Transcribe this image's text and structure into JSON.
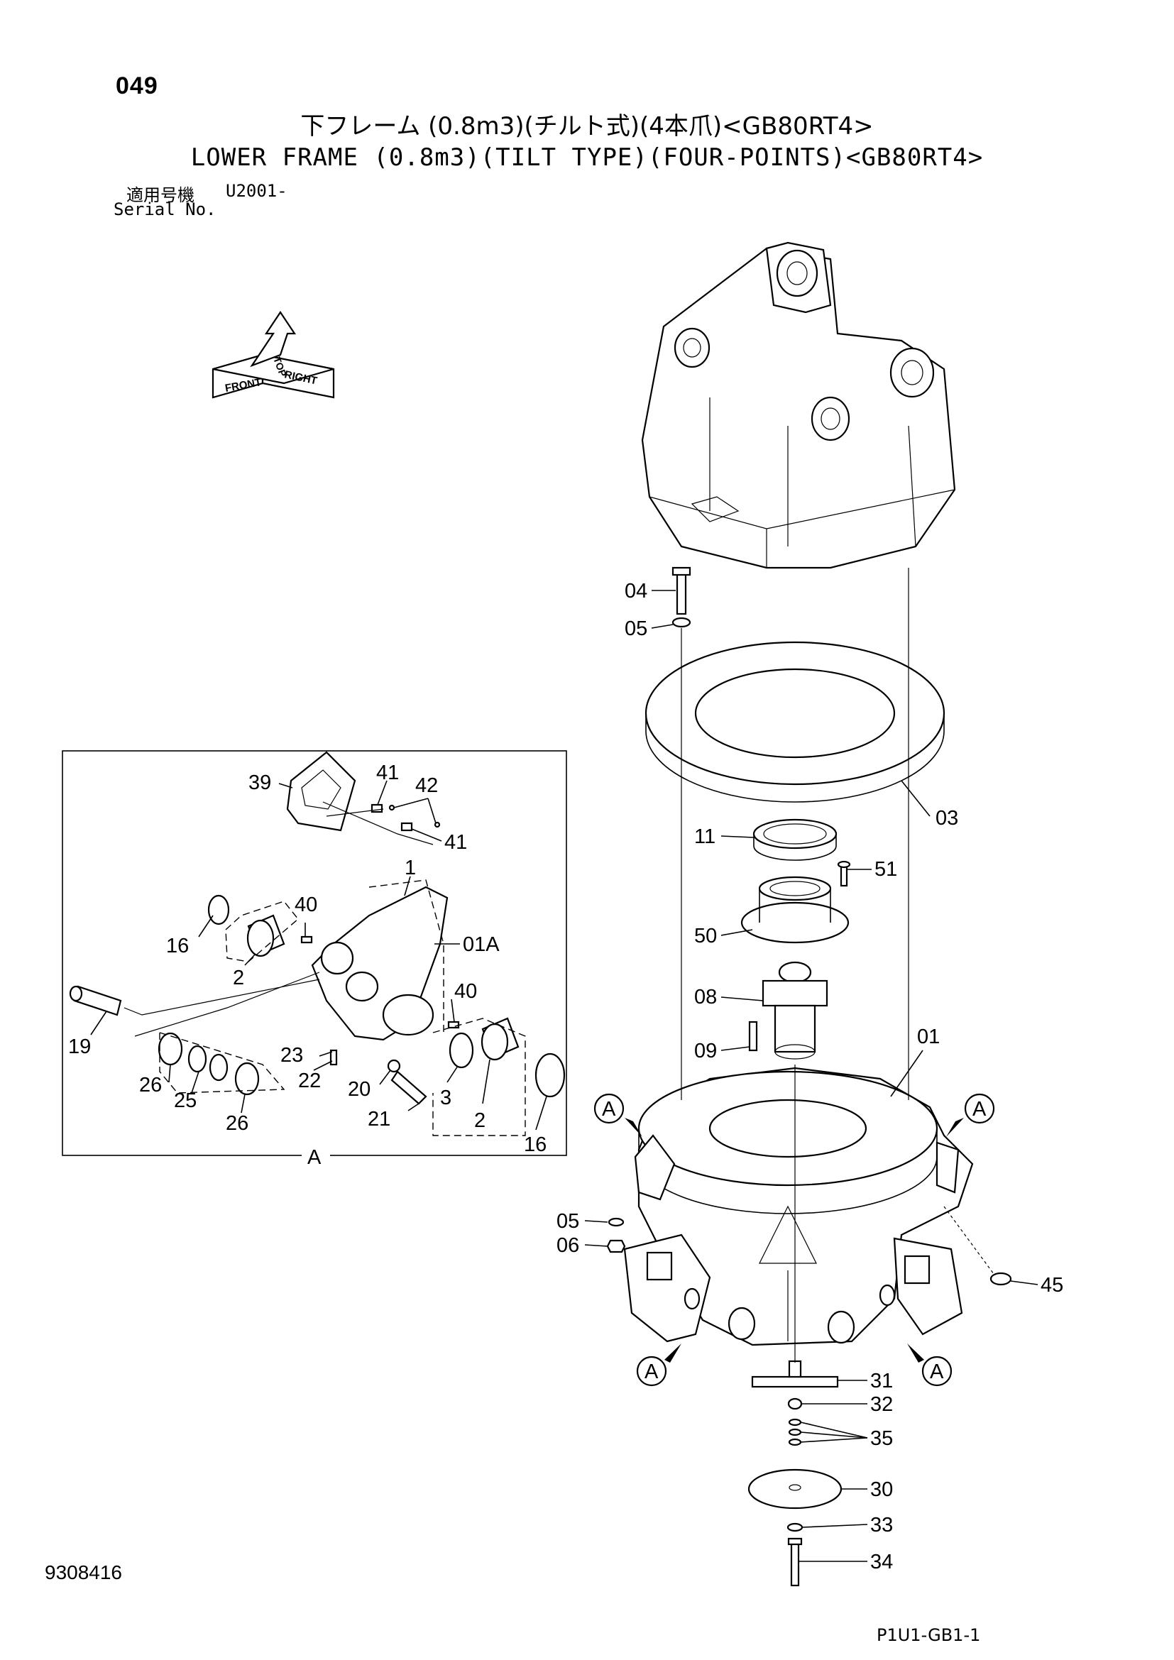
{
  "header": {
    "page_number": "049",
    "title_jp": "下フレーム (0.8m3)(チルト式)(4本爪)<GB80RT4>",
    "title_en": "LOWER FRAME (0.8m3)(TILT TYPE)(FOUR-POINTS)<GB80RT4>",
    "serial_label_jp": "適用号機",
    "serial_label_en": "Serial No.",
    "serial_value": "U2001-"
  },
  "orientation_cube": {
    "faces": [
      "TOP",
      "FRONT",
      "RIGHT"
    ]
  },
  "detail_view": {
    "caption": "A"
  },
  "callouts_main": {
    "c04": "04",
    "c05a": "05",
    "c03": "03",
    "c11": "11",
    "c51": "51",
    "c50": "50",
    "c08": "08",
    "c09": "09",
    "c01": "01",
    "c05b": "05",
    "c06": "06",
    "c45": "45",
    "c31": "31",
    "c32": "32",
    "c35": "35",
    "c30": "30",
    "c33": "33",
    "c34": "34"
  },
  "callouts_detail": {
    "c39": "39",
    "c41a": "41",
    "c42": "42",
    "c41b": "41",
    "c1": "1",
    "c40a": "40",
    "c01A": "01A",
    "c16a": "16",
    "c2a": "2",
    "c19": "19",
    "c40b": "40",
    "c23": "23",
    "c22": "22",
    "c20": "20",
    "c3": "3",
    "c2b": "2",
    "c16b": "16",
    "c26a": "26",
    "c25": "25",
    "c26b": "26",
    "c21": "21"
  },
  "view_markers": {
    "label": "A"
  },
  "footer": {
    "doc_number": "9308416",
    "page_code": "P1U1-GB1-1"
  }
}
